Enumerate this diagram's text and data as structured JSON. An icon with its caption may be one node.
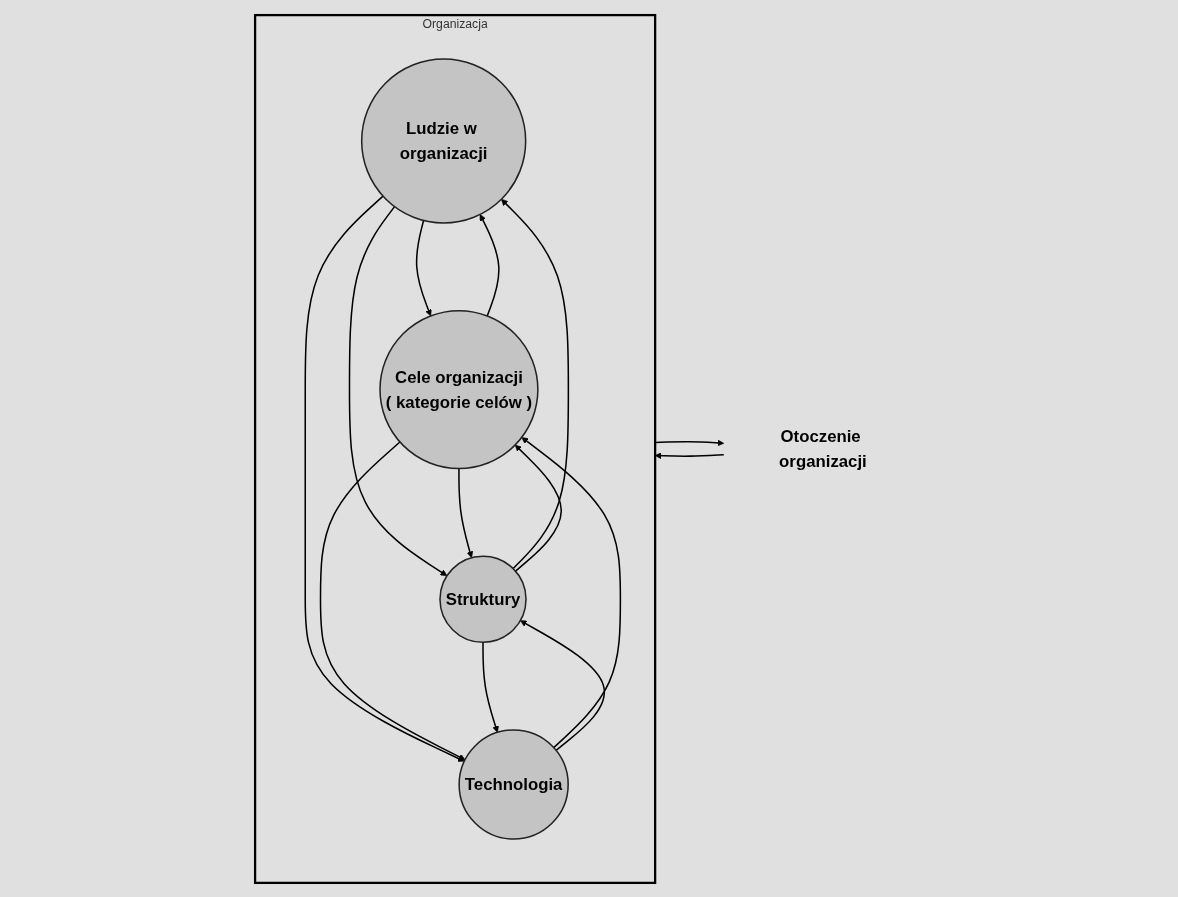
{
  "diagram": {
    "nodes": [
      {
        "text": [
          "Organizacja"
        ]
      },
      {
        "text": [
          "Ludzie w organizacji"
        ],
        "in": 0
      },
      {
        "text": [
          "Cele organizacji",
          "( kategorie celów )"
        ],
        "in": 0
      },
      {
        "text": [
          "Struktury"
        ],
        "in": 0
      },
      {
        "text": [
          "Technologia"
        ],
        "in": 0
      },
      {
        "text": [
          "Otoczenie organizacji"
        ]
      }
    ],
    "edges": [
      {
        "from": 1,
        "to": 2,
        "arrow": "to"
      },
      {
        "from": 2,
        "to": 1,
        "arrow": "to"
      },
      {
        "from": 1,
        "to": 3,
        "arrow": "to"
      },
      {
        "from": 3,
        "to": 1,
        "arrow": "to"
      },
      {
        "from": 1,
        "to": 4,
        "arrow": "to"
      },
      {
        "from": 3,
        "to": 2,
        "arrow": "to"
      },
      {
        "from": 2,
        "to": 3,
        "arrow": "to"
      },
      {
        "from": 2,
        "to": 4,
        "arrow": "to"
      },
      {
        "from": 4,
        "to": 2,
        "arrow": "to"
      },
      {
        "from": 3,
        "to": 4,
        "arrow": "to"
      },
      {
        "from": 4,
        "to": 3,
        "arrow": "to"
      },
      {
        "from": 0,
        "to": 5,
        "arrow": "to"
      },
      {
        "from": 5,
        "to": 0,
        "arrow": "to"
      }
    ]
  }
}
